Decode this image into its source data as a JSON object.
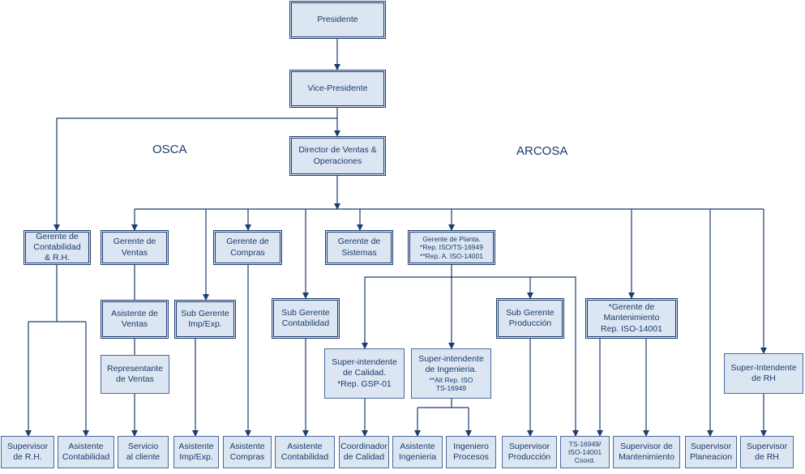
{
  "regions": {
    "left": "OSCA",
    "right": "ARCOSA"
  },
  "nodes": {
    "presidente": "Presidente",
    "vicepresidente": "Vice-Presidente",
    "director": "Director de Ventas &\nOperaciones",
    "gerente_contabilidad": "Gerente de\nContabilidad\n& R.H.",
    "gerente_ventas": "Gerente de\nVentas",
    "gerente_compras": "Gerente de\nCompras",
    "gerente_sistemas": "Gerente de\nSistemas",
    "gerente_planta": "Gerente de Planta.\n*Rep. ISO/TS-16949\n**Rep. A. ISO-14001",
    "asistente_ventas": "Asistente de\nVentas",
    "representante_ventas": "Representante\nde Ventas",
    "subgerente_impexp": "Sub Gerente\nImp/Exp.",
    "subgerente_contabilidad": "Sub Gerente\nContabilidad",
    "subgerente_produccion": "Sub Gerente\nProducción",
    "gerente_mantenimiento": "*Gerente de\nMantenimiento\nRep. ISO-14001",
    "superintendente_calidad": "Super-intendente\nde Calidad.\n*Rep. GSP-01",
    "superintendente_ingenieria_title": "Super-intendente\nde Ingenieria.",
    "superintendente_ingenieria_note": "**Alt Rep. ISO\nTS-16949",
    "superintendente_rh": "Super-Intendente\nde RH",
    "supervisor_rh_left": "Supervisor\nde R.H.",
    "asistente_contabilidad_left": "Asistente\nContabilidad",
    "servicio_cliente": "Servicio\nal cliente",
    "asistente_impexp": "Asistente\nImp/Exp.",
    "asistente_compras": "Asistente\nCompras",
    "asistente_contabilidad": "Asistente\nContabilidad",
    "coordinador_calidad": "Coordinador\nde Calidad",
    "asistente_ingenieria": "Asistente\nIngenieria",
    "ingeniero_procesos": "Ingeniero\nProcesos",
    "supervisor_produccion": "Supervisor\nProducción",
    "ts_coord": "TS-16949/\nISO-14001\nCoord.",
    "supervisor_mantenimiento": "Supervisor de\nMantenimiento",
    "supervisor_planeacion": "Supervisor\nPlaneacion",
    "supervisor_rh_right": "Supervisor\nde RH"
  }
}
